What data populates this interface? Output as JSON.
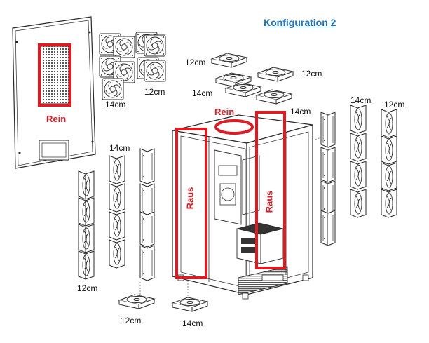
{
  "title": "Konfiguration 2",
  "labels": {
    "rein_panel": "Rein",
    "rein_top": "Rein",
    "raus_left": "Raus",
    "raus_right": "Raus",
    "top_12cm_a": "12cm",
    "top_12cm_b": "12cm",
    "top_14cm_a": "14cm",
    "top_14cm_b": "14cm",
    "panelfans_12cm": "12cm",
    "panelfans_14cm": "14cm",
    "left_14cm": "14cm",
    "left_12cm": "12cm",
    "bottom_12cm": "12cm",
    "bottom_14cm": "14cm",
    "right_14cm": "14cm",
    "right_12cm": "12cm"
  },
  "colors": {
    "highlight": "#e01a22",
    "link": "#1a73c9",
    "line": "#2a2a2a"
  }
}
